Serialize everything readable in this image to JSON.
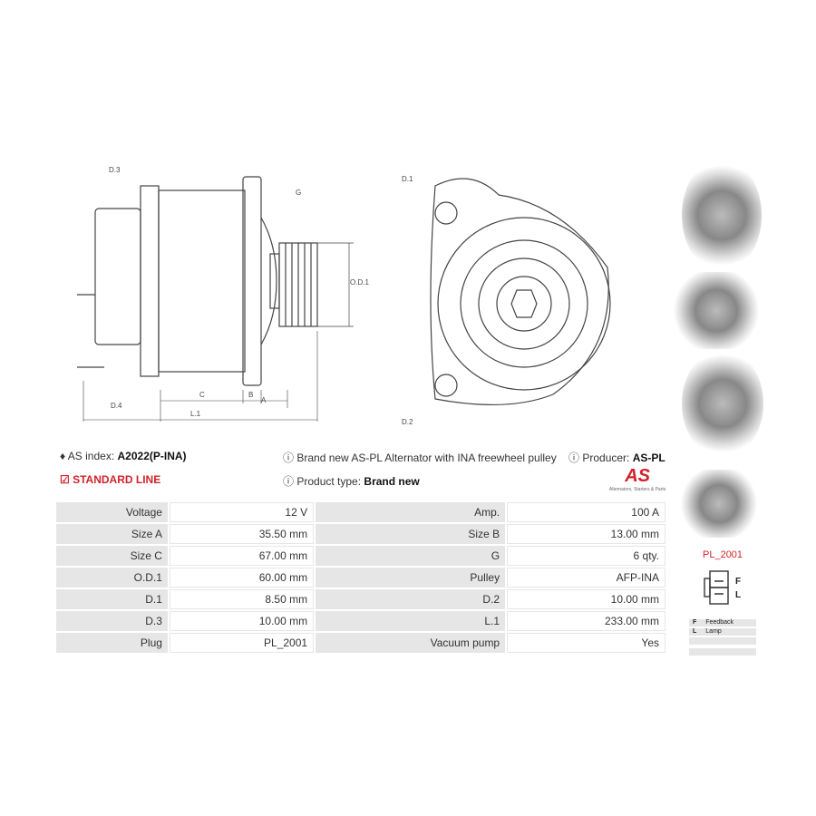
{
  "drawing": {
    "labels": {
      "d3": "D.3",
      "d4": "D.4",
      "g": "G",
      "od1": "O.D.1",
      "c": "C",
      "b": "B",
      "a": "A",
      "l1": "L.1",
      "d1": "D.1",
      "d2": "D.2"
    }
  },
  "info": {
    "as_index_label": "AS index:",
    "as_index_value": "A2022(P-INA)",
    "standard_line": "STANDARD LINE",
    "description": "Brand new AS-PL Alternator with INA freewheel pulley",
    "product_type_label": "Product type:",
    "product_type_value": "Brand new",
    "producer_label": "Producer:",
    "producer_value": "AS-PL",
    "logo_text": "AS",
    "logo_subtitle": "Alternators, Starters & Parts"
  },
  "specs": [
    {
      "l1": "Voltage",
      "v1": "12 V",
      "l2": "Amp.",
      "v2": "100 A"
    },
    {
      "l1": "Size A",
      "v1": "35.50 mm",
      "l2": "Size B",
      "v2": "13.00 mm"
    },
    {
      "l1": "Size C",
      "v1": "67.00 mm",
      "l2": "G",
      "v2": "6 qty."
    },
    {
      "l1": "O.D.1",
      "v1": "60.00 mm",
      "l2": "Pulley",
      "v2": "AFP-INA"
    },
    {
      "l1": "D.1",
      "v1": "8.50 mm",
      "l2": "D.2",
      "v2": "10.00 mm"
    },
    {
      "l1": "D.3",
      "v1": "10.00 mm",
      "l2": "L.1",
      "v2": "233.00 mm"
    },
    {
      "l1": "Plug",
      "v1": "PL_2001",
      "l2": "Vacuum pump",
      "v2": "Yes"
    }
  ],
  "plug": {
    "name": "PL_2001",
    "pins": [
      {
        "code": "F",
        "desc": "Feedback"
      },
      {
        "code": "L",
        "desc": "Lamp"
      }
    ]
  }
}
